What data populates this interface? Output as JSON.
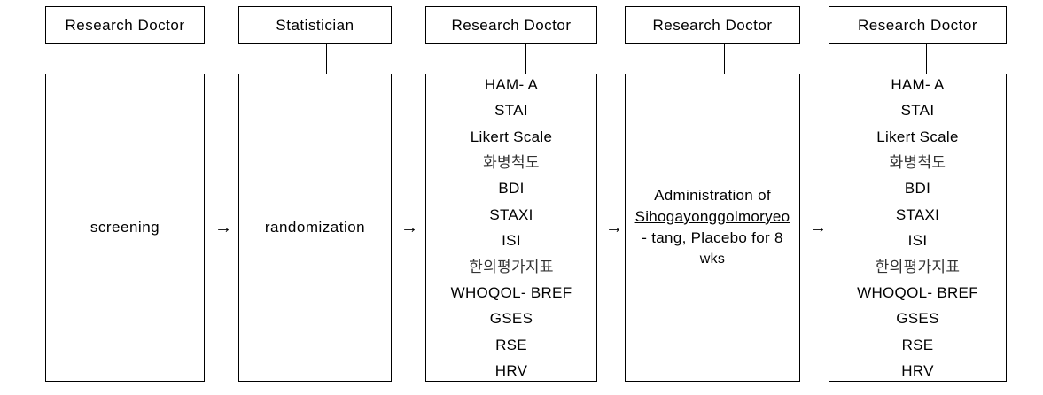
{
  "columns": [
    {
      "header": "Research  Doctor",
      "content": "screening"
    },
    {
      "header": "Statistician",
      "content": "randomization"
    },
    {
      "header": "Research  Doctor",
      "items": [
        "HAM- A",
        "STAI",
        "Likert  Scale",
        "화병척도",
        "BDI",
        "STAXI",
        "ISI",
        "한의평가지표",
        "WHOQOL- BREF",
        "GSES",
        "RSE",
        "HRV"
      ]
    },
    {
      "header": "Research  Doctor",
      "admin": {
        "line1": "Administration  of",
        "line2": "Sihogayonggolmoryeo",
        "line3_a": "- tang,  Placebo",
        "line3_b": " for  8",
        "line4": "wks"
      }
    },
    {
      "header": "Research  Doctor",
      "items": [
        "HAM- A",
        "STAI",
        "Likert  Scale",
        "화병척도",
        "BDI",
        "STAXI",
        "ISI",
        "한의평가지표",
        "WHOQOL- BREF",
        "GSES",
        "RSE",
        "HRV"
      ]
    }
  ],
  "arrow": "→"
}
